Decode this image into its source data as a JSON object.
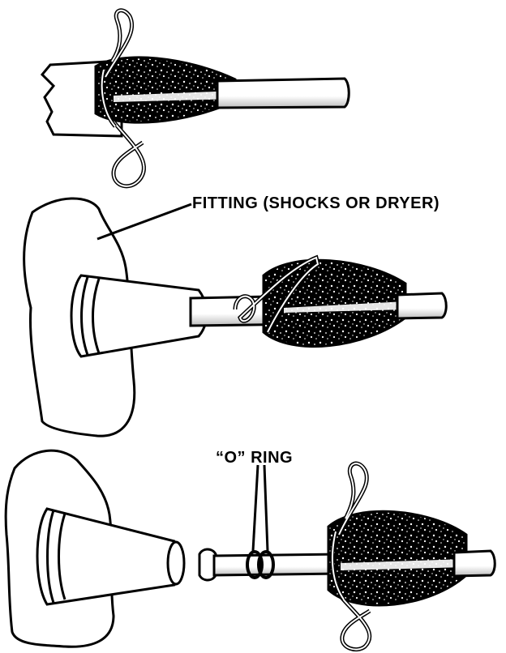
{
  "labels": {
    "fitting": "FITTING (SHOCKS OR DRYER)",
    "o_ring": "“O” RING"
  },
  "colors": {
    "ink": "#000000",
    "paper": "#ffffff",
    "tube_shade": "#cfcfcf"
  },
  "figures": [
    {
      "name": "clamp-wrapped-hose-end",
      "icon": "hose-fitting-with-spring-clamp-icon"
    },
    {
      "name": "hose-attached-to-fitting",
      "icon": "hose-on-fitting-icon"
    },
    {
      "name": "hose-with-o-rings-beside-fitting",
      "icon": "hose-with-o-ring-icon"
    }
  ]
}
